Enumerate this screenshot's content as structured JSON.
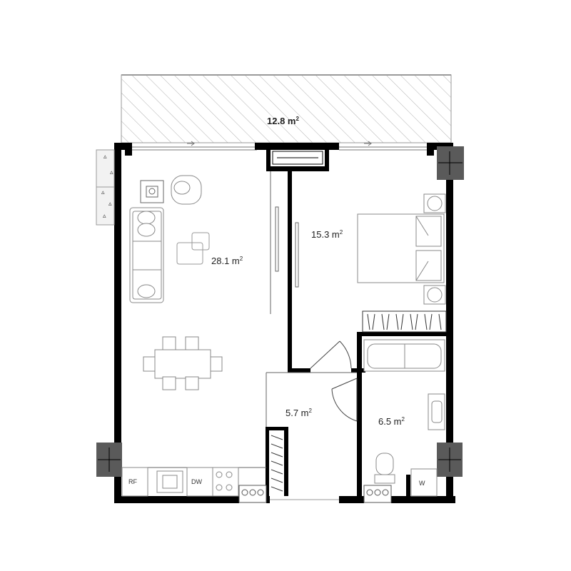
{
  "rooms": {
    "balcony": {
      "area": "12.8 m",
      "exp": "2"
    },
    "living": {
      "area": "28.1 m",
      "exp": "2"
    },
    "bedroom": {
      "area": "15.3 m",
      "exp": "2"
    },
    "hall": {
      "area": "5.7 m",
      "exp": "2"
    },
    "bath": {
      "area": "6.5 m",
      "exp": "2"
    }
  },
  "appliances": {
    "fridge": "RF",
    "dishwasher": "DW",
    "washer": "W"
  },
  "colors": {
    "wall": "#000000",
    "column": "#5a5a5a",
    "fixture": "#9a9a9a",
    "hatch": "#b0b0b0"
  }
}
